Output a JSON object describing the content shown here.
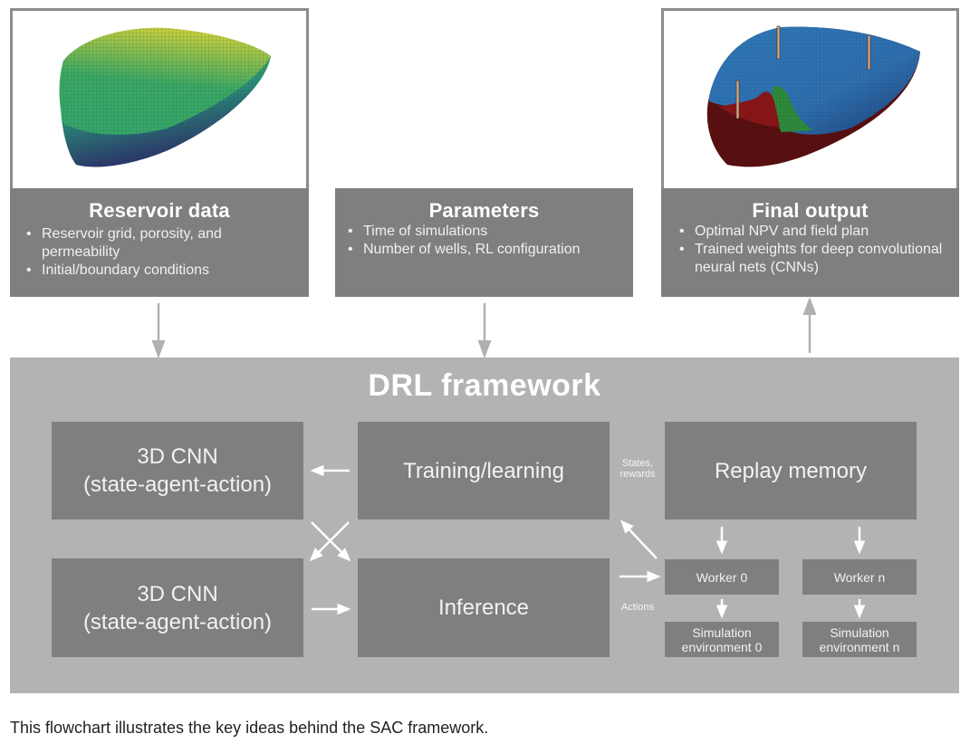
{
  "cards": [
    {
      "title": "Reservoir data",
      "bullets": [
        "Reservoir grid, porosity, and permeability",
        "Initial/boundary conditions"
      ],
      "image": "reservoir-grid-3d-render"
    },
    {
      "title": "Parameters",
      "bullets": [
        "Time of simulations",
        "Number of wells, RL configuration"
      ]
    },
    {
      "title": "Final output",
      "bullets": [
        "Optimal NPV and field plan",
        "Trained weights for deep convolutional neural nets (CNNs)"
      ],
      "image": "reservoir-saturation-3d-render-with-wells"
    }
  ],
  "framework": {
    "title": "DRL framework",
    "cnn_top": {
      "line1": "3D CNN",
      "line2": "(state-agent-action)"
    },
    "cnn_bottom": {
      "line1": "3D CNN",
      "line2": "(state-agent-action)"
    },
    "training": "Training/learning",
    "inference": "Inference",
    "replay": "Replay memory",
    "states_label": {
      "line1": "States,",
      "line2": "rewards"
    },
    "actions_label": "Actions",
    "workers": [
      {
        "label": "Worker 0",
        "env_line1": "Simulation",
        "env_line2": "environment 0"
      },
      {
        "label": "Worker n",
        "env_line1": "Simulation",
        "env_line2": "environment n"
      }
    ]
  },
  "colors": {
    "dark_box": "#7f7f7f",
    "framework_bg": "#b3b3b3",
    "arrow_gray": "#b0b0b0",
    "arrow_white": "#ffffff"
  },
  "caption": "This flowchart illustrates the key ideas behind the SAC framework."
}
